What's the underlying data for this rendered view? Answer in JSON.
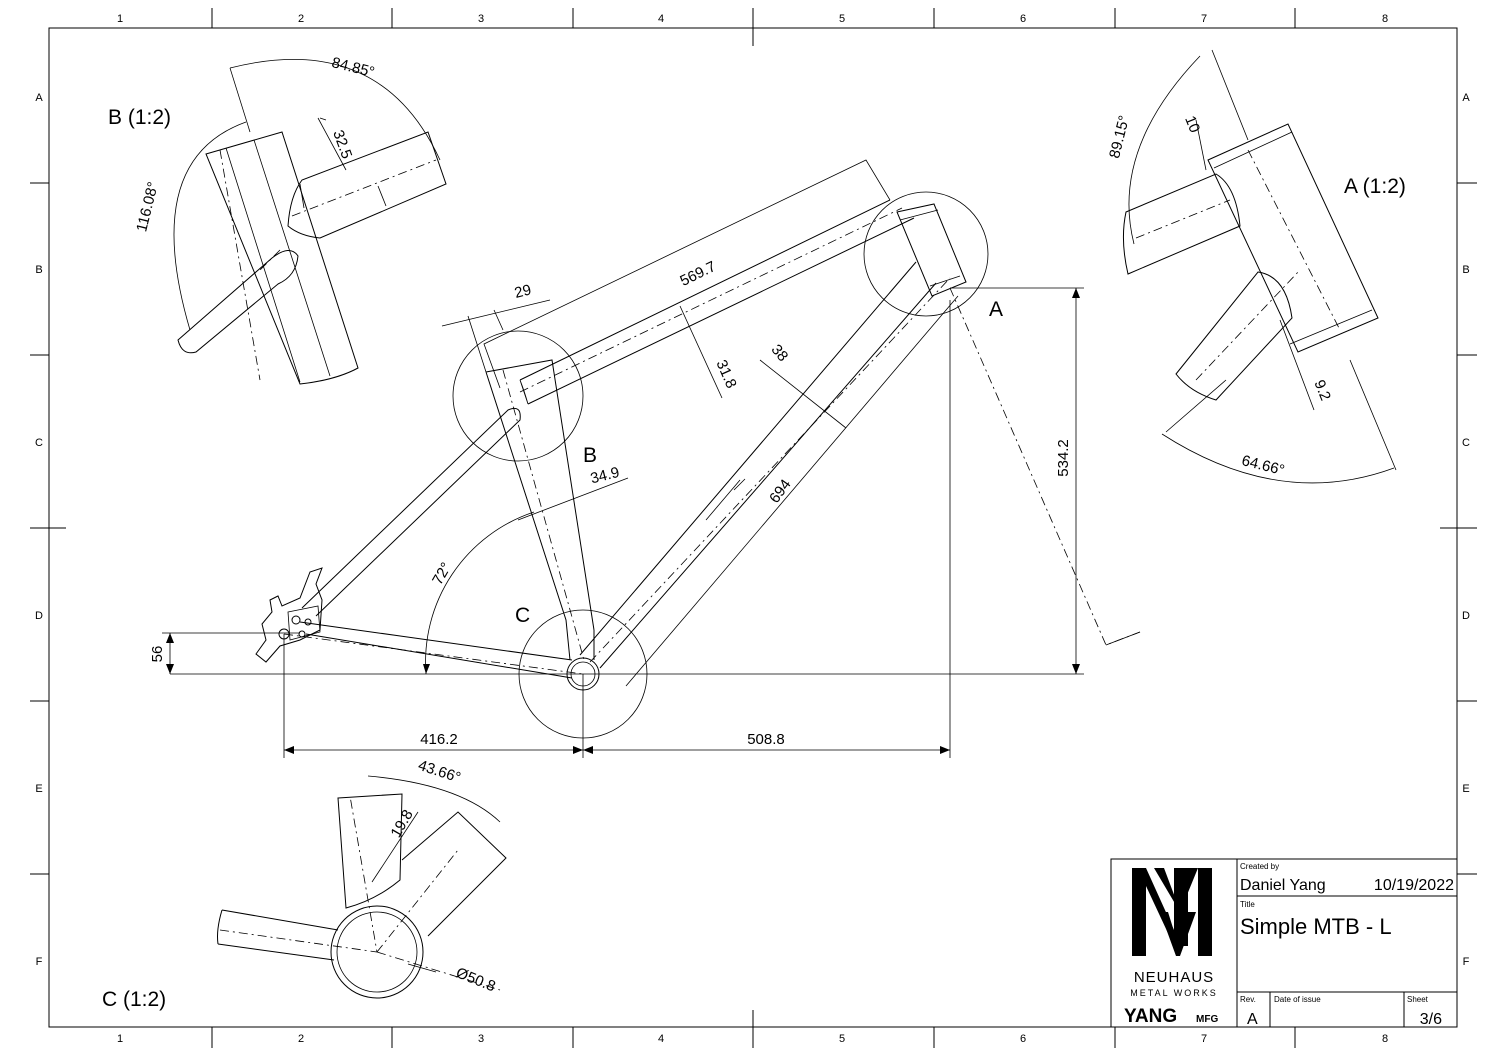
{
  "grid": {
    "columns": [
      "1",
      "2",
      "3",
      "4",
      "5",
      "6",
      "7",
      "8"
    ],
    "rows": [
      "A",
      "B",
      "C",
      "D",
      "E",
      "F"
    ]
  },
  "views": {
    "detail_a": "A (1:2)",
    "detail_b": "B (1:2)",
    "detail_c": "C (1:2)",
    "callout_a": "A",
    "callout_b": "B",
    "callout_c": "C"
  },
  "dimensions": {
    "top_tube": "569.7",
    "top_tube_dia": "31.8",
    "seat_tube_top": "29",
    "down_tube_dia": "38",
    "seat_tube_dia": "34.9",
    "down_tube": "694",
    "height": "534.2",
    "seat_angle": "72°",
    "bb_drop": "56",
    "chainstay": "416.2",
    "reach": "508.8",
    "b_angle_top": "84.85°",
    "b_offset": "32.5",
    "b_angle_left": "116.08°",
    "a_angle_top": "89.15°",
    "a_offset_top": "10",
    "a_offset_bottom": "9.2",
    "a_angle_bottom": "64.66°",
    "c_angle": "43.66°",
    "c_offset": "19.8",
    "c_bb_dia": "Ø50.8"
  },
  "title_block": {
    "created_by_label": "Created by",
    "created_by": "Daniel Yang",
    "date": "10/19/2022",
    "title_label": "Title",
    "title": "Simple MTB - L",
    "rev_label": "Rev.",
    "rev": "A",
    "date_issue_label": "Date of issue",
    "sheet_label": "Sheet",
    "sheet": "3/6",
    "company_name": "NEUHAUS",
    "company_sub": "METAL WORKS",
    "maker": "YANG",
    "maker_suffix": "MFG"
  }
}
